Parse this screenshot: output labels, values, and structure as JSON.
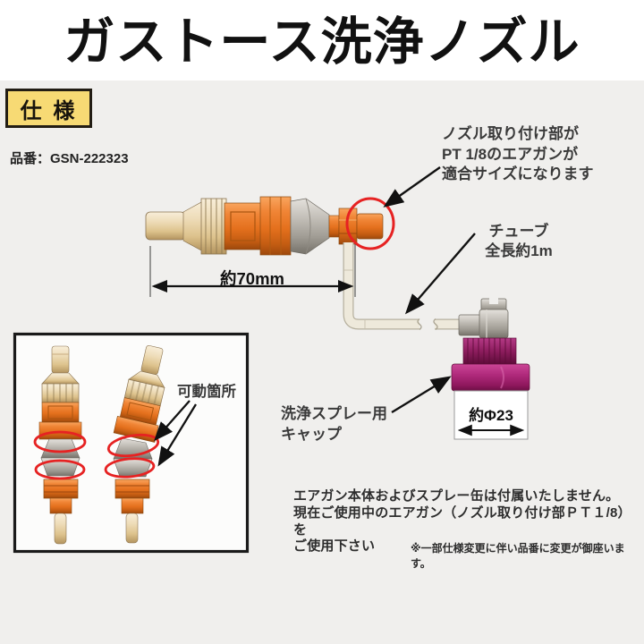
{
  "title": "ガストース洗浄ノズル",
  "badge": {
    "label": "仕 様"
  },
  "part_number": "品番：GSN-222323",
  "callouts": {
    "nozzle_mount": {
      "line1": "ノズル取り付け部が",
      "line2": "PT 1/8のエアガンが",
      "line3": "適合サイズになります"
    },
    "tube": {
      "line1": "チューブ",
      "line2": "全長約1m"
    },
    "spray_cap": {
      "line1": "洗浄スプレー用",
      "line2": "キャップ"
    },
    "movable_parts": "可動箇所"
  },
  "dimensions": {
    "length": "約70mm",
    "cap_diameter": "約Φ23"
  },
  "notes": {
    "line1": "エアガン本体およびスプレー缶は付属いたしません。",
    "line2": "現在ご使用中のエアガン（ノズル取り付け部ＰＴ１/8）を",
    "line3": "ご使用下さい",
    "disclaimer": "※一部仕様変更に伴い品番に変更が御座います。"
  },
  "colors": {
    "background": "#f0efed",
    "badge_yellow": "#f7da74",
    "accent_orange": "#e8782a",
    "nozzle_cream": "#ead5b0",
    "fitting_gray": "#b5b1aa",
    "cap_magenta": "#a81f6e",
    "highlight_red": "#e62222",
    "text_dark": "#1c1c1c"
  }
}
